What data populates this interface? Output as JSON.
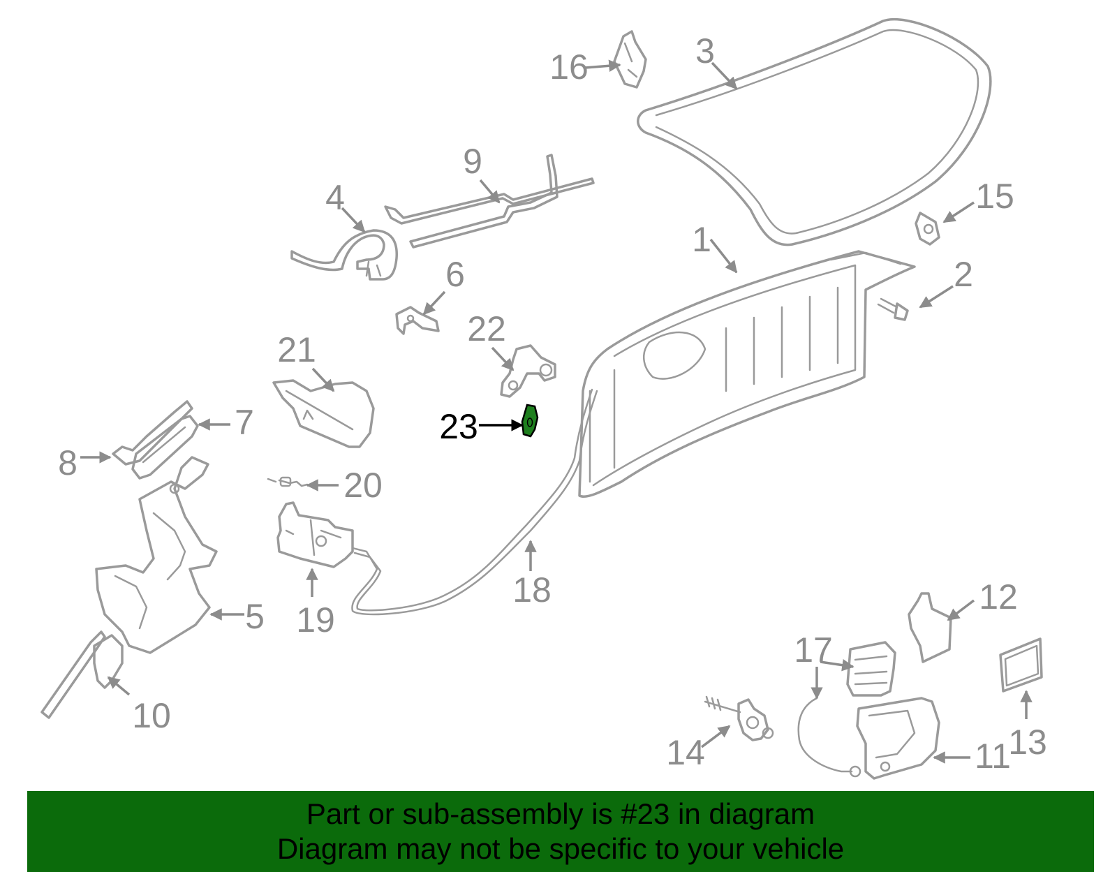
{
  "colors": {
    "banner_background": "#0b6b0b",
    "highlight_part": "#1e7f1e",
    "part_lines": "#9a9a9a",
    "label_gray": "#8c8c8c"
  },
  "callouts": [
    {
      "id": "1",
      "label": "1"
    },
    {
      "id": "2",
      "label": "2"
    },
    {
      "id": "3",
      "label": "3"
    },
    {
      "id": "4",
      "label": "4"
    },
    {
      "id": "5",
      "label": "5"
    },
    {
      "id": "6",
      "label": "6"
    },
    {
      "id": "7",
      "label": "7"
    },
    {
      "id": "8",
      "label": "8"
    },
    {
      "id": "9",
      "label": "9"
    },
    {
      "id": "10",
      "label": "10"
    },
    {
      "id": "11",
      "label": "11"
    },
    {
      "id": "12",
      "label": "12"
    },
    {
      "id": "13",
      "label": "13"
    },
    {
      "id": "14",
      "label": "14"
    },
    {
      "id": "15",
      "label": "15"
    },
    {
      "id": "16",
      "label": "16"
    },
    {
      "id": "17",
      "label": "17"
    },
    {
      "id": "18",
      "label": "18"
    },
    {
      "id": "19",
      "label": "19"
    },
    {
      "id": "20",
      "label": "20"
    },
    {
      "id": "21",
      "label": "21"
    },
    {
      "id": "22",
      "label": "22"
    },
    {
      "id": "23",
      "label": "23",
      "highlighted": true
    }
  ],
  "banner": {
    "line1": "Part or sub-assembly is #23 in diagram",
    "line2": "Diagram may not be specific to your vehicle"
  }
}
